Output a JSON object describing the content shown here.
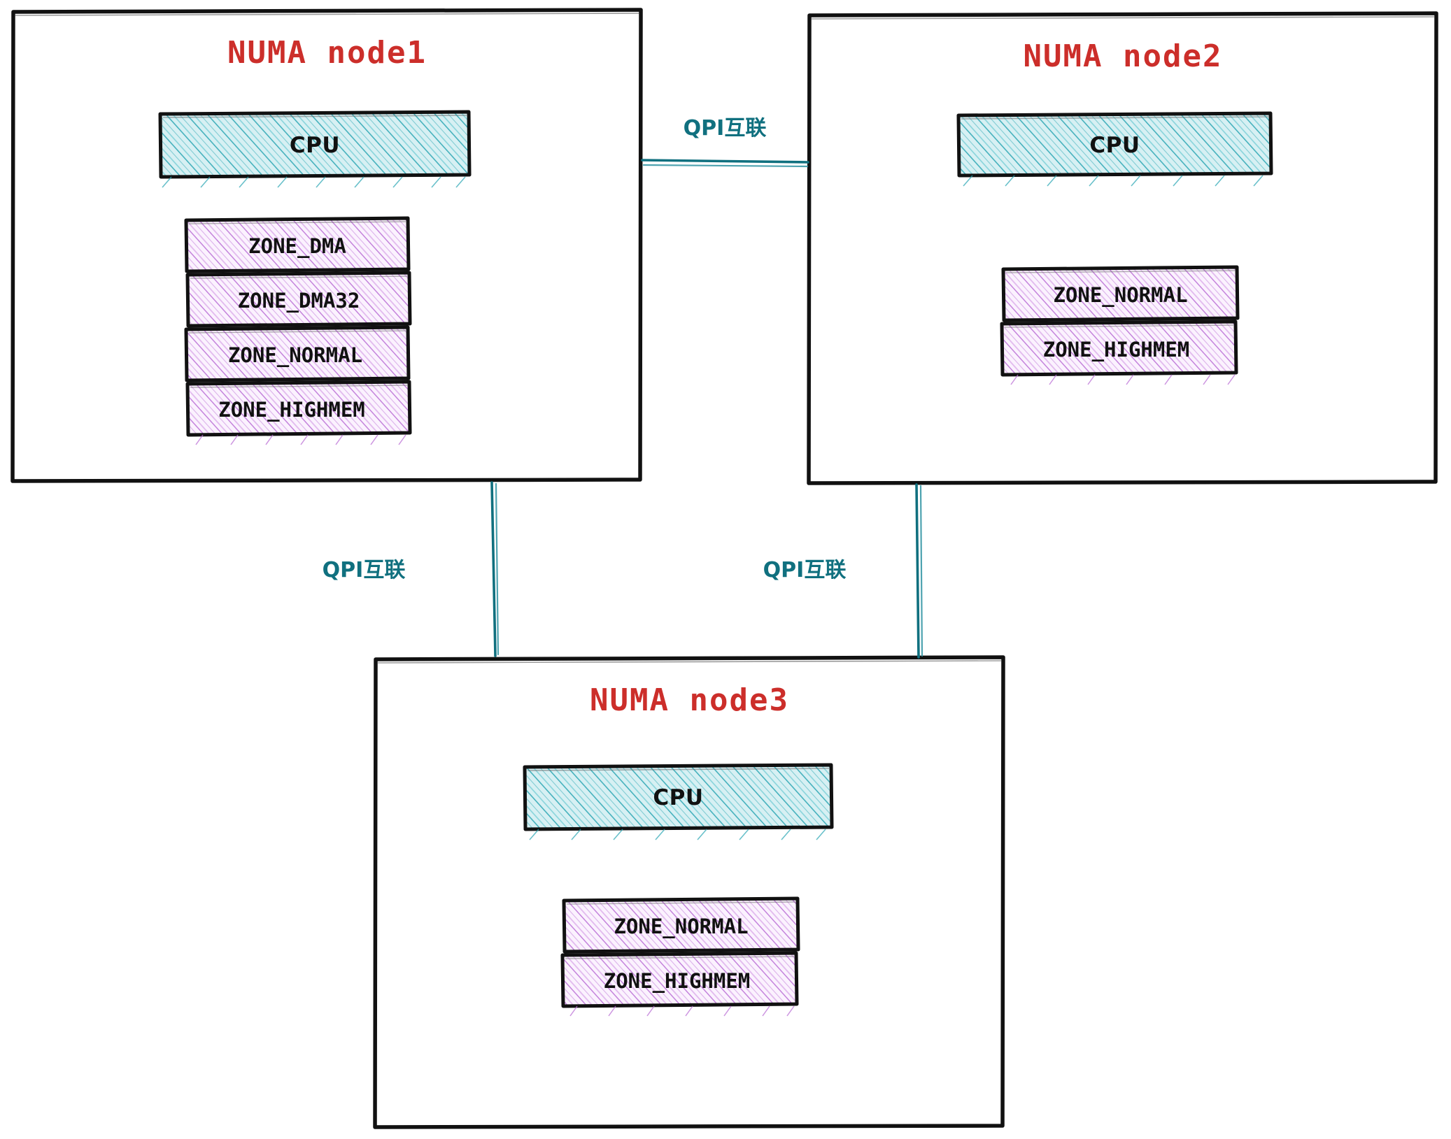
{
  "diagram": {
    "title_color": "#cc2e2a",
    "link_color": "#10707f",
    "cpu_fill": "#c9ecf0",
    "cpu_hatch": "#2ba6b4",
    "zone_fill": "#f6e6fb",
    "zone_hatch": "#bb6fd6",
    "outline_color": "#111111"
  },
  "nodes": [
    {
      "id": "node1",
      "title": "NUMA node1",
      "cpu": {
        "label": "CPU"
      },
      "zones": [
        {
          "label": "ZONE_DMA"
        },
        {
          "label": "ZONE_DMA32"
        },
        {
          "label": "ZONE_NORMAL"
        },
        {
          "label": "ZONE_HIGHMEM"
        }
      ]
    },
    {
      "id": "node2",
      "title": "NUMA node2",
      "cpu": {
        "label": "CPU"
      },
      "zones": [
        {
          "label": "ZONE_NORMAL"
        },
        {
          "label": "ZONE_HIGHMEM"
        }
      ]
    },
    {
      "id": "node3",
      "title": "NUMA node3",
      "cpu": {
        "label": "CPU"
      },
      "zones": [
        {
          "label": "ZONE_NORMAL"
        },
        {
          "label": "ZONE_HIGHMEM"
        }
      ]
    }
  ],
  "links": [
    {
      "id": "link-node1-node2",
      "label": "QPI互联"
    },
    {
      "id": "link-node1-node3",
      "label": "QPI互联"
    },
    {
      "id": "link-node2-node3",
      "label": "QPI互联"
    }
  ]
}
